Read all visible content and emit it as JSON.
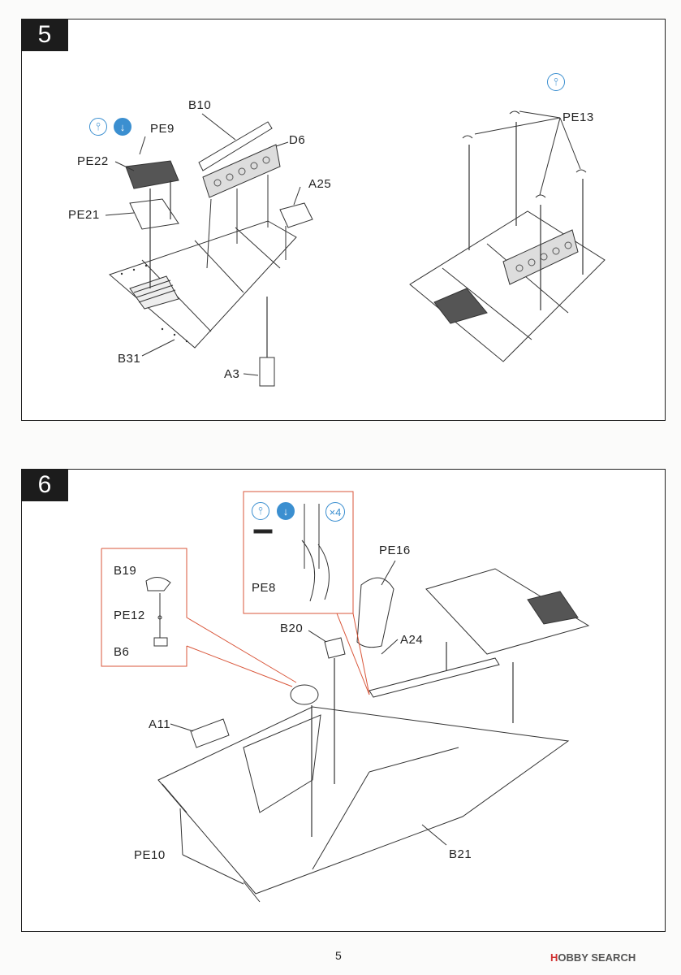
{
  "page_number": "5",
  "steps": [
    {
      "number": "5",
      "labels": {
        "b10": "B10",
        "d6": "D6",
        "pe9": "PE9",
        "pe22": "PE22",
        "pe21": "PE21",
        "a25": "A25",
        "b31": "B31",
        "a3": "A3",
        "pe13": "PE13"
      },
      "icons": [
        "bend-icon",
        "fold-down-icon",
        "bend-icon"
      ]
    },
    {
      "number": "6",
      "labels": {
        "pe8": "PE8",
        "x4": "×4",
        "pe16": "PE16",
        "b19": "B19",
        "pe12": "PE12",
        "b6": "B6",
        "b20": "B20",
        "a24": "A24",
        "a11": "A11",
        "pe10": "PE10",
        "b21": "B21"
      },
      "icons": [
        "bend-icon",
        "fold-down-icon"
      ]
    }
  ],
  "watermark": {
    "brand_a": "H",
    "brand_b": "OBBY SEARCH"
  },
  "colors": {
    "callout": "#d9563a",
    "icon": "#3b8fd0",
    "ink": "#222222"
  }
}
